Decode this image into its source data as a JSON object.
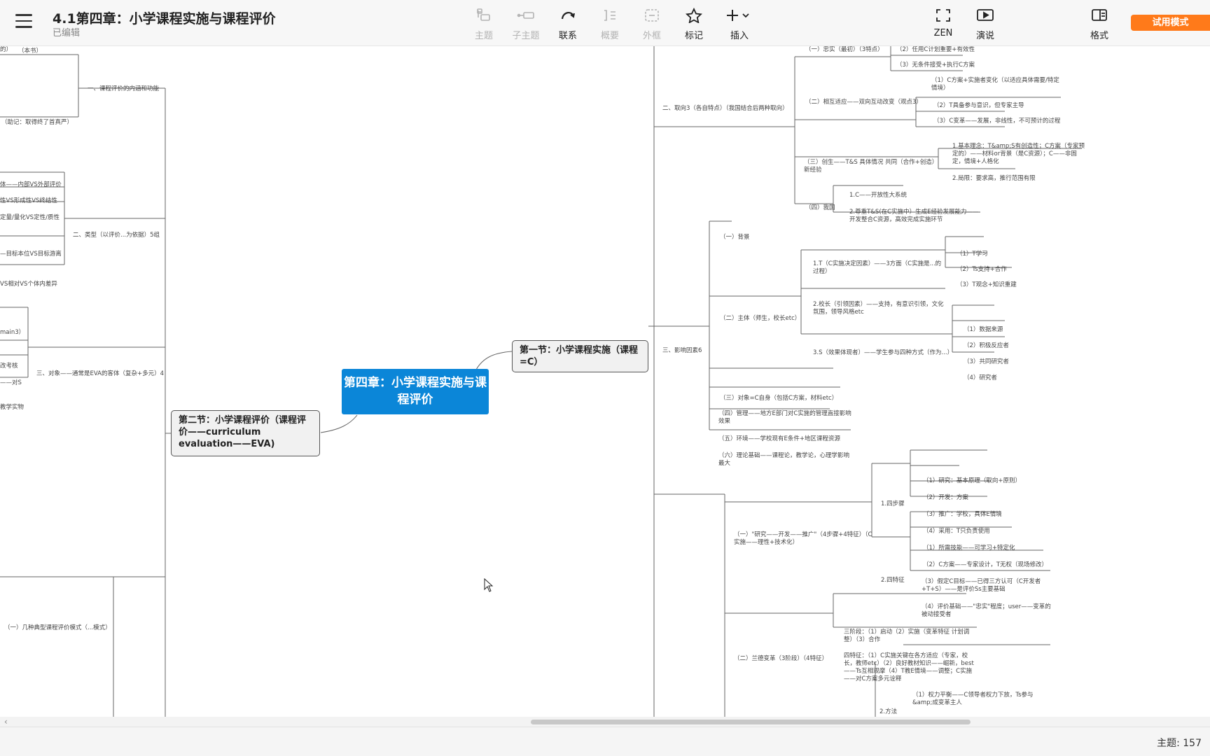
{
  "document": {
    "title": "4.1第四章：小学课程实施与课程评价",
    "status": "已编辑"
  },
  "toolbar": {
    "topic": "主题",
    "subtopic": "子主题",
    "relationship": "联系",
    "summary": "概要",
    "boundary": "外框",
    "marker": "标记",
    "insert": "插入",
    "zen": "ZEN",
    "pitch": "演说",
    "format": "格式",
    "trial": "试用模式"
  },
  "mindmap": {
    "central": "第四章：小学课程实施与课程评价",
    "section1": "第一节：小学课程实施（课程=C）",
    "section2": "第二节：小学课程评价（课程评价——curriculum evaluation——EVA)",
    "right": {
      "orient": {
        "label": "二、取向3（各自特点）（我国结合后两种取向）",
        "a": "（一）忠实（最初）（3特点）",
        "a2": "（2）任用C计划重要+有效性",
        "a3": "（3）无条件接受+执行C方案",
        "b": "（二）相互适应——双向互动改变（观点3）",
        "b1": "（1）C方案+实施者变化（以适应具体需要/特定情境）",
        "b2": "（2）T具备参与意识，但专家主导",
        "b3": "（3）C变革——发展，非线性，不可预计的过程",
        "c": "（三）创生——T&S 具体情况 共同（合作+创造）新经验",
        "c1": "1.基本理念：T&amp;S有创造性；C方案（专家预定的）——材料or背景（是C资源）；C——非固定，情境+人格化",
        "c2": "2.局限：要求高，推行范围有限",
        "d": "（四）我国",
        "d1": "1.C——开放性大系统",
        "d2": "2.尊重T&S(在C实施中）生成E经验发展能力——开发整合C资源，高效完成实施环节"
      },
      "factors": {
        "label": "三、影响因素6",
        "bg": "（一）背景",
        "subject": "（二）主体（师生，校长etc）",
        "t": "1.T（C实施决定因素）——3方面（C实施是...的过程）",
        "t1": "（1）T学习",
        "t2": "（2）Ts支持+合作",
        "t3": "（3）T观念+知识重建",
        "p": "2.校长（引领因素）——支持，有意识引领，文化氛围，领导风格etc",
        "s": "3.S（效果体现者）——学生参与四种方式（作为...）",
        "s1": "（1）数据来源",
        "s2": "（2）积极反应者",
        "s3": "（3）共同研究者",
        "s4": "（4）研究者",
        "object": "（三）对象=C自身（包括C方案，材料etc）",
        "mgmt": "（四）管理——地方E部门对C实施的管理直接影响效果",
        "env": "（五）环境——学校现有E条件+地区课程资源",
        "theory": "（六）理论基础——课程论，教学论，心理学影响最大"
      },
      "models": {
        "rdd": "（一）\"研究——开发——推广\"（4步骤+4特征）（C实施——理性+技术化）",
        "steps": "1.四步骤",
        "st1": "（1）研究：基本原理（取向+原则）",
        "st2": "（2）开发：方案",
        "st3": "（3）推广：学校，具体E情境",
        "st4": "（4）采用：T只负责使用",
        "feat": "2.四特征",
        "f1": "（1）所需技能——可学习+特定化",
        "f2": "（2）C方案——专家设计，T无权（现场修改）",
        "f3": "（3）假定C目标——已得三方认可（C开发者+T+S）——是评价Ss主要基础",
        "f4": "（4）评价基础——\"忠实\"程度；user——变革的被动接受者",
        "fullan": "（二）兰德变革（3阶段）（4特征）",
        "fa": "三阶段：（1）启动（2）实施（变革特征 计划调整）（3）合作",
        "fb": "四特征：（1）C实施关键在各方适应（专家，校长，教师etc）（2）良好教材知识——崛新，best——Ts互相观摩（4）T教E情境——调整；C实施——对C方案多元诠释",
        "methods": "2.方法",
        "m1": "（1）权力平衡——C领导者权力下放，Ts参与&amp;成变革主人"
      }
    },
    "left": {
      "a0": "（本书）",
      "a0b": "的）",
      "mem": "（助记：取得终了首真严）",
      "a": "一、课程评价的内涵和功能",
      "b": "二、类型（以评价...为依据）5组",
      "b1": "体——内部VS外部评价",
      "b2": "性VS形成性VS终结性",
      "b3": "定量/量化VS定性/质性",
      "b4": "—目标本位VS目标游离",
      "b5": "VS相对VS个体内差异",
      "c0": "main3）",
      "c": "三、对象——通常是EVA的客体（复杂+多元）4",
      "c1": "改考核",
      "c2": "——对S",
      "c3": "教学实物",
      "d": "（一）几种典型课程评价模式（...模式）"
    }
  },
  "status": {
    "topic_count": "主题: 157"
  }
}
